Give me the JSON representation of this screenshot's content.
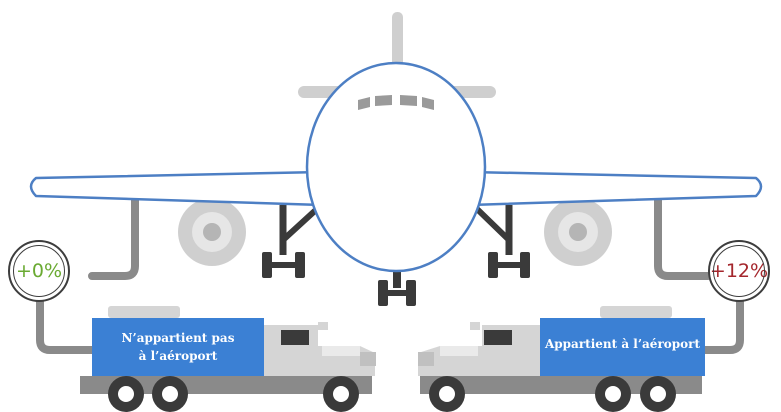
{
  "colors": {
    "plane_outline": "#4d7fc4",
    "accent_blue": "#3b80d4",
    "gear_dark": "#3a3a3a",
    "pipe_gray": "#8a8a8a",
    "engine_gray": "#c8c8c8",
    "truck_light": "#d5d5d5",
    "positive_green": "#6aaa32",
    "negative_red": "#a4262c"
  },
  "left_truck": {
    "label_line1": "N’appartient pas",
    "label_line2": "à l’aéroport",
    "change": "+0%"
  },
  "right_truck": {
    "label": "Appartient à l’aéroport",
    "change": "+12%"
  }
}
